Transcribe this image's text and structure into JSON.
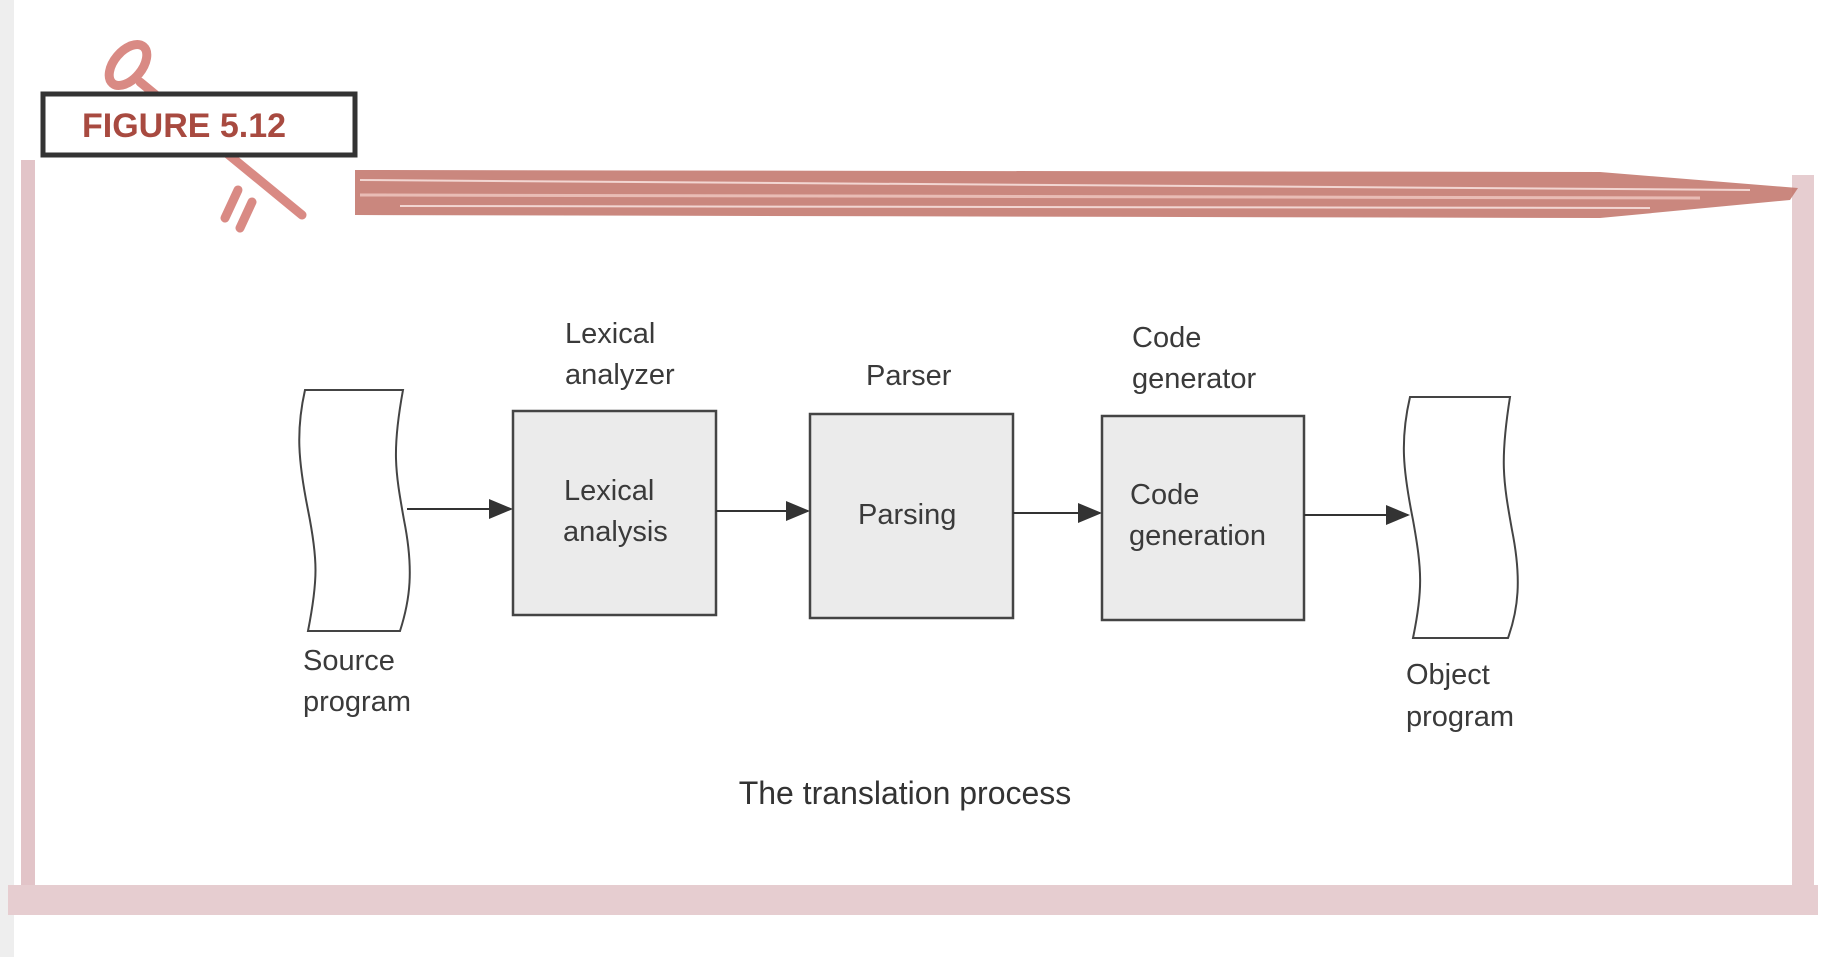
{
  "figure_label": "FIGURE 5.12",
  "caption": "The translation process",
  "colors": {
    "accent": "#b85a50",
    "frame": "#e2c4c8",
    "box_fill": "#ebebeb",
    "line": "#333333"
  },
  "nodes": {
    "source": {
      "label_line1": "Source",
      "label_line2": "program"
    },
    "lexer": {
      "title_line1": "Lexical",
      "title_line2": "analyzer",
      "text_line1": "Lexical",
      "text_line2": "analysis"
    },
    "parser": {
      "title": "Parser",
      "text": "Parsing"
    },
    "codegen": {
      "title_line1": "Code",
      "title_line2": "generator",
      "text_line1": "Code",
      "text_line2": "generation"
    },
    "object": {
      "label_line1": "Object",
      "label_line2": "program"
    }
  }
}
